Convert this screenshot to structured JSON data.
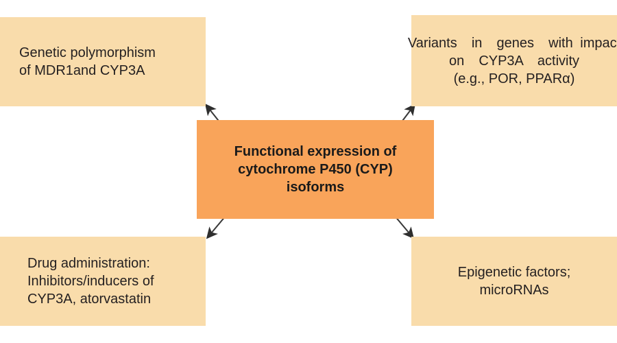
{
  "diagram": {
    "type": "concept-map",
    "title_visible": false,
    "palette": {
      "background": "#ffffff",
      "factor_box": "#f9dcab",
      "center_box": "#f9a45a",
      "text": "#231f20",
      "arrow": "#3a3a3a"
    },
    "center": {
      "id": "functional-expression",
      "lines": [
        "Functional expression of",
        "cytochrome P450 (CYP)",
        "isoforms"
      ]
    },
    "factors": [
      {
        "id": "genetic-polymorphism",
        "position": "top-left",
        "align": "left",
        "lines": [
          "Genetic polymorphism",
          "of MDR1and CYP3A"
        ]
      },
      {
        "id": "gene-variants",
        "position": "top-right",
        "align": "center",
        "lines": [
          "Variants  in  genes  with impact",
          "on  CYP3A  activity",
          "(e.g., POR, PPARα)"
        ]
      },
      {
        "id": "drug-administration",
        "position": "bottom-left",
        "align": "left",
        "lines": [
          "Drug administration:",
          "Inhibitors/inducers of",
          "CYP3A, atorvastatin"
        ]
      },
      {
        "id": "epigenetic-factors",
        "position": "bottom-right",
        "align": "center",
        "lines": [
          "Epigenetic factors;",
          "microRNAs"
        ]
      }
    ],
    "arrows": [
      {
        "id": "arrow-center-to-top-left",
        "from": "functional-expression",
        "to": "genetic-polymorphism",
        "direction": "up-left"
      },
      {
        "id": "arrow-center-to-top-right",
        "from": "functional-expression",
        "to": "gene-variants",
        "direction": "up-right"
      },
      {
        "id": "arrow-center-to-bottom-left",
        "from": "functional-expression",
        "to": "drug-administration",
        "direction": "down-left"
      },
      {
        "id": "arrow-center-to-bottom-right",
        "from": "functional-expression",
        "to": "epigenetic-factors",
        "direction": "down-right"
      }
    ]
  }
}
